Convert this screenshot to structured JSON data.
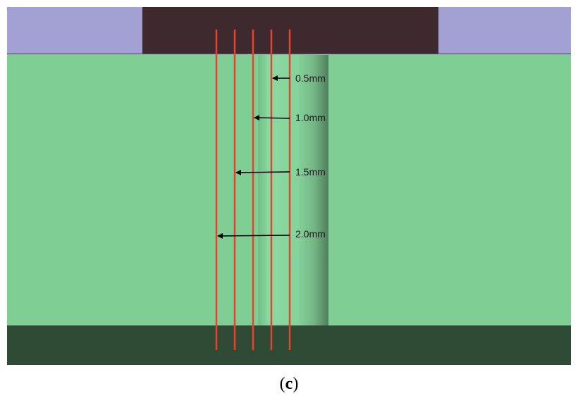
{
  "colors": {
    "background": "#ffffff",
    "top_layer": "#a3a0d4",
    "tool": "#3e2a2e",
    "workpiece": "#7fcf95",
    "bottom_layer": "#2f4a35",
    "groove_highlight": "#8fdaa3",
    "groove_shadow": "#5a8a66",
    "measurement_line": "#e8412c",
    "arrow": "#000000"
  },
  "annotations": [
    {
      "label": "0.5mm"
    },
    {
      "label": "1.0mm"
    },
    {
      "label": "1.5mm"
    },
    {
      "label": "2.0mm"
    }
  ],
  "caption": {
    "open": "(",
    "letter": "c",
    "close": ")"
  }
}
